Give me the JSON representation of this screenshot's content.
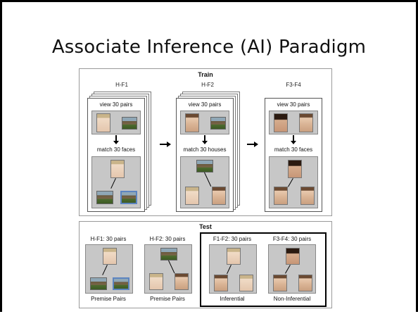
{
  "slide_title": "Associate Inference (AI) Paradigm",
  "train": {
    "title": "Train",
    "columns": [
      {
        "label": "H-F1",
        "top_text": "view 30 pairs",
        "bottom_text": "match 30 faces"
      },
      {
        "label": "H-F2",
        "top_text": "view 30 pairs",
        "bottom_text": "match 30 houses"
      },
      {
        "label": "F3-F4",
        "top_text": "view 30 pairs",
        "bottom_text": "match 30 faces"
      }
    ]
  },
  "test": {
    "title": "Test",
    "conditions": [
      {
        "header": "H-F1: 30 pairs",
        "footer": "Premise Pairs"
      },
      {
        "header": "H-F2: 30 pairs",
        "footer": "Premise Pairs"
      },
      {
        "header": "F1-F2: 30 pairs",
        "footer": "Inferential"
      },
      {
        "header": "F3-F4: 30 pairs",
        "footer": "Non-Inferential"
      }
    ]
  }
}
